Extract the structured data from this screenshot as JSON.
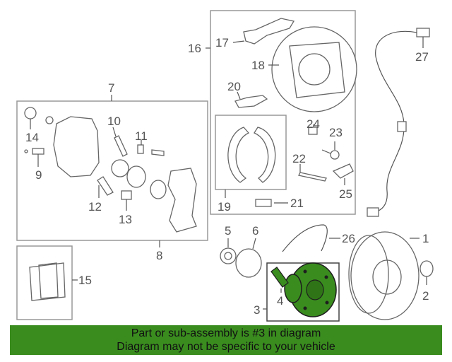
{
  "colors": {
    "banner_bg": "#3a8c1f",
    "highlight_part": "#3a8c1f",
    "line": "#555555"
  },
  "callouts": {
    "c1": "1",
    "c2": "2",
    "c3": "3",
    "c4": "4",
    "c5": "5",
    "c6": "6",
    "c7": "7",
    "c8": "8",
    "c9": "9",
    "c10": "10",
    "c11": "11",
    "c12": "12",
    "c13": "13",
    "c14": "14",
    "c15": "15",
    "c16": "16",
    "c17": "17",
    "c18": "18",
    "c19": "19",
    "c20": "20",
    "c21": "21",
    "c22": "22",
    "c23": "23",
    "c24": "24",
    "c25": "25",
    "c26": "26",
    "c27": "27"
  },
  "highlighted_part": "3",
  "banner": {
    "line1": "Part or sub-assembly is #3 in diagram",
    "line2": "Diagram may not be specific to your vehicle"
  }
}
